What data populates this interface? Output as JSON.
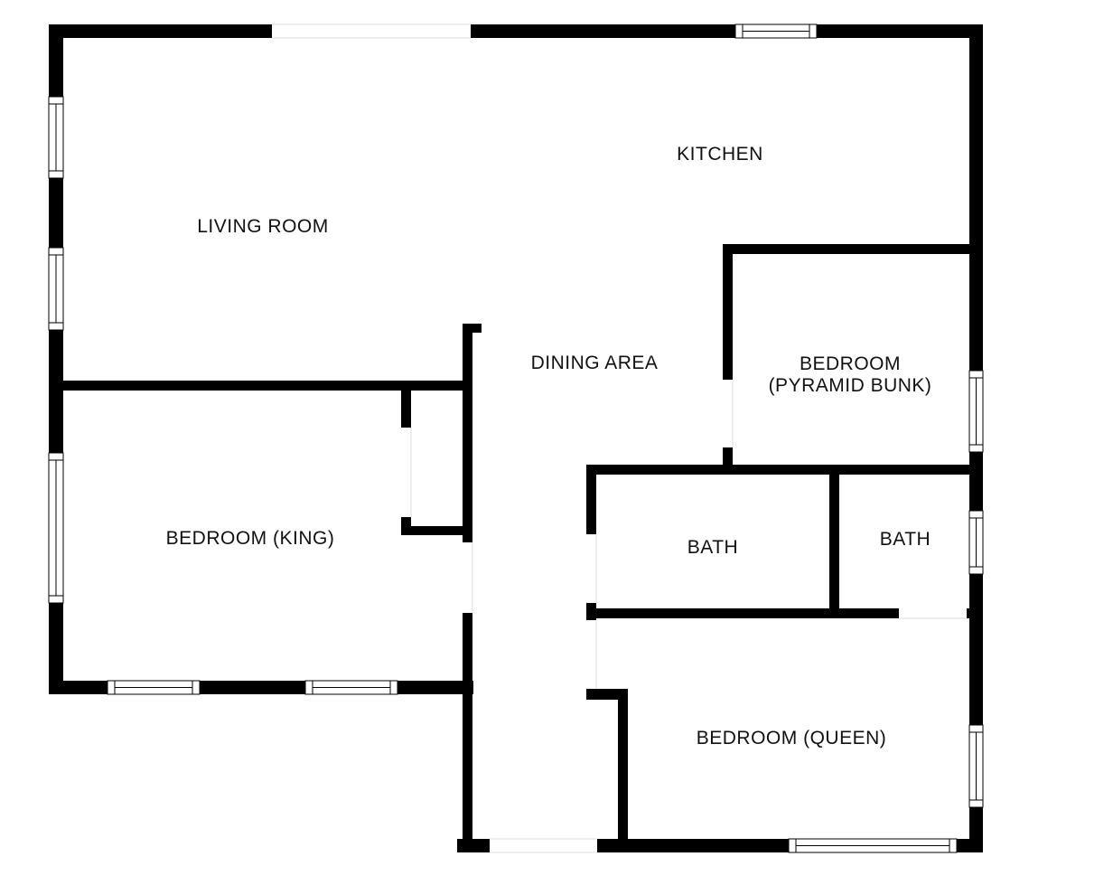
{
  "plan": {
    "wall_color": "#000000",
    "background_color": "#ffffff",
    "rooms": {
      "living_room": "LIVING ROOM",
      "kitchen": "KITCHEN",
      "dining_area": "DINING AREA",
      "bedroom_pyramid_bunk_line1": "BEDROOM",
      "bedroom_pyramid_bunk_line2": "(PYRAMID BUNK)",
      "bedroom_king": "BEDROOM (KING)",
      "bath_left": "BATH",
      "bath_right": "BATH",
      "bedroom_queen": "BEDROOM (QUEEN)"
    }
  }
}
